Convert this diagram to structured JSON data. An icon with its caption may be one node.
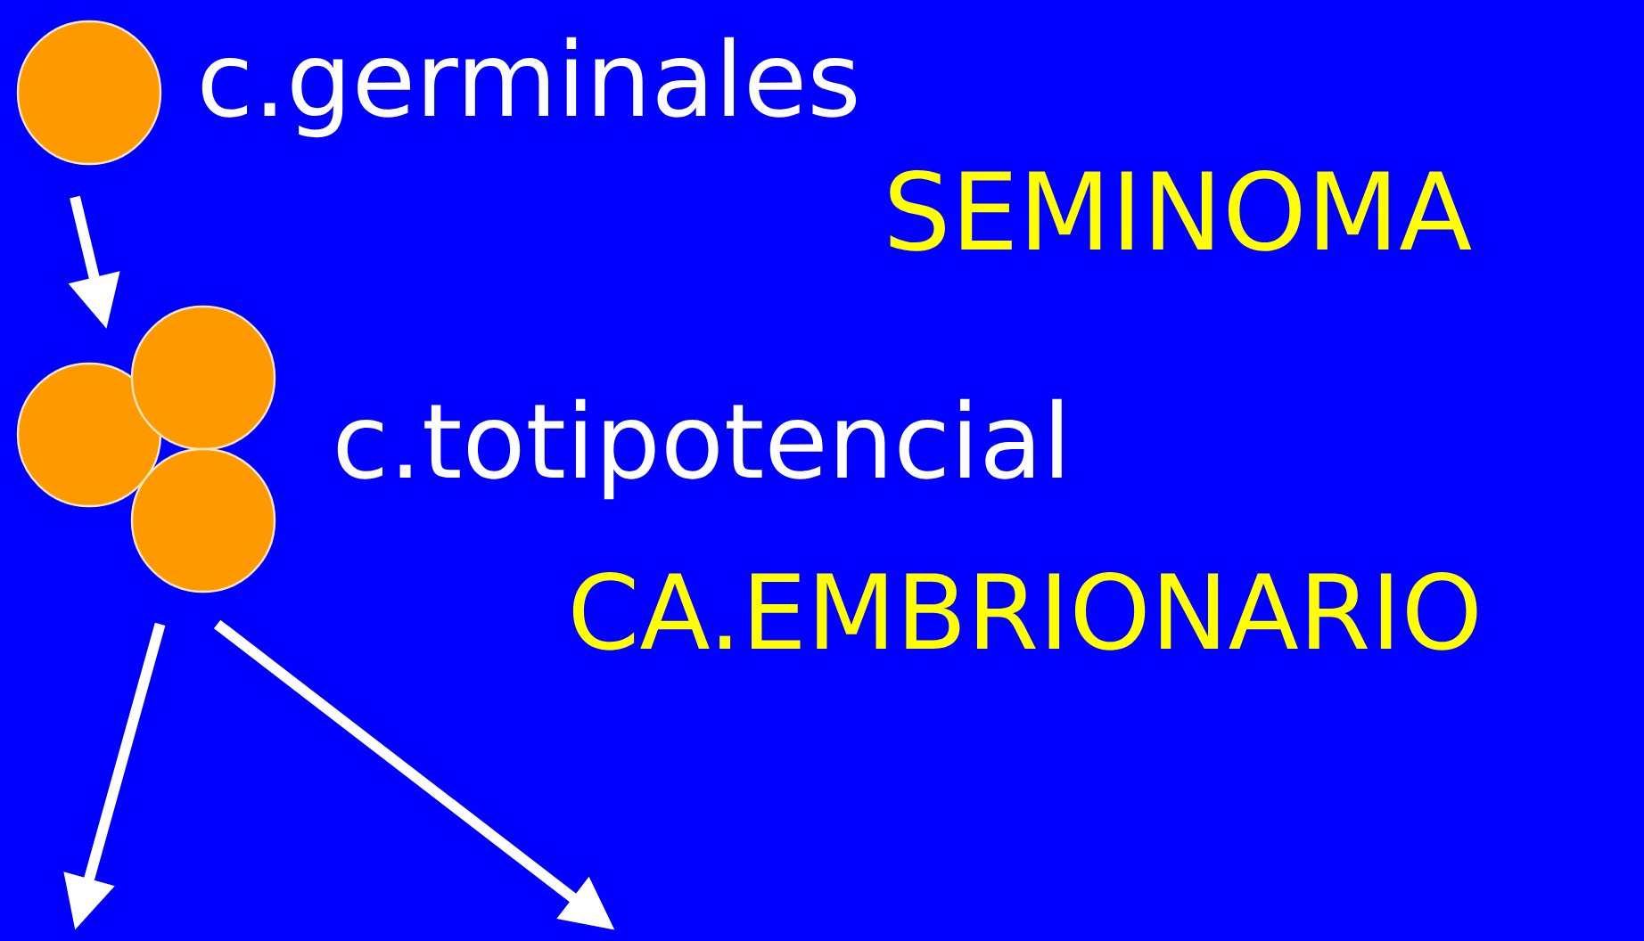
{
  "diagram": {
    "nodes": [
      {
        "text": [],
        "shape": "circle",
        "beside": [
          "c.germinales"
        ]
      },
      {
        "text": [],
        "shape": "circle",
        "beside": [
          "c.totipotencial"
        ]
      }
    ],
    "edges": [
      {
        "from": 0,
        "to": 1,
        "arrow": "to"
      },
      {
        "from": 1,
        "to": null,
        "arrow": "to"
      },
      {
        "from": 1,
        "to": null,
        "arrow": "to"
      }
    ],
    "labels": [
      "SEMINOMA",
      "CA.EMBRIONARIO"
    ]
  }
}
